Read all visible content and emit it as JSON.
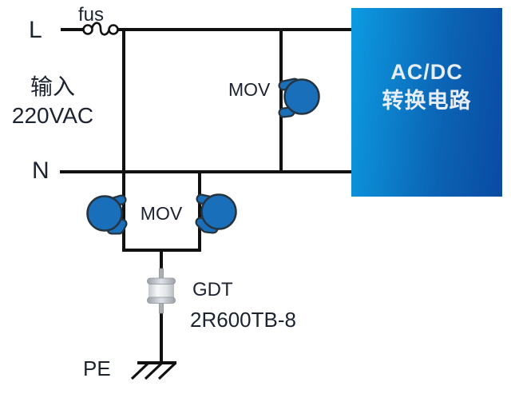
{
  "labels": {
    "line_live": "L",
    "fuse": "fus",
    "input_title": "输入",
    "input_voltage": "220VAC",
    "line_neutral": "N",
    "mov_top": "MOV",
    "mov_bottom": "MOV",
    "gdt_name": "GDT",
    "gdt_part_number": "2R600TB-8",
    "protective_earth": "PE"
  },
  "acdc_block": {
    "line1": "AC/DC",
    "line2": "转换电路",
    "gradient_start": "#0c9be1",
    "gradient_end": "#0a4aa3",
    "text_color": "#e6edf6"
  },
  "colors": {
    "background": "#ffffff",
    "wire": "#111111",
    "label_text": "#1b2330",
    "mov_fill": "#1a6fba",
    "mov_outline": "#26343f",
    "gdt_body": "#e8eaec"
  }
}
